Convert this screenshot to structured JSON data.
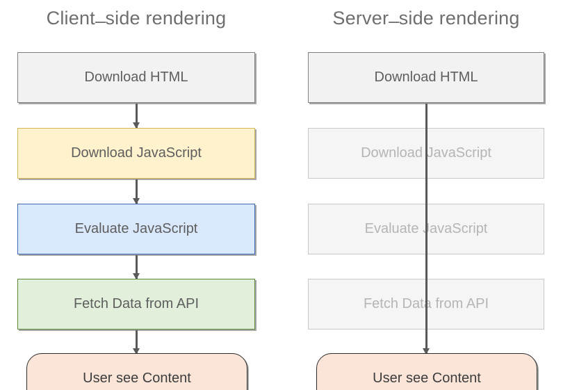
{
  "diagram": {
    "title_separator": "–",
    "columns": [
      {
        "id": "client",
        "title_before": "Client",
        "title_after": "side rendering",
        "steps": [
          {
            "label": "Download HTML",
            "state": "active",
            "color": "#f2f2f2"
          },
          {
            "label": "Download JavaScript",
            "state": "active",
            "color": "#fff2cc"
          },
          {
            "label": "Evaluate JavaScript",
            "state": "active",
            "color": "#dae8fc"
          },
          {
            "label": "Fetch Data from API",
            "state": "active",
            "color": "#e2efda"
          },
          {
            "label": "User see Content",
            "state": "active",
            "color": "#fae5d8"
          }
        ]
      },
      {
        "id": "server",
        "title_before": "Server",
        "title_after": "side rendering",
        "steps": [
          {
            "label": "Download HTML",
            "state": "active",
            "color": "#f2f2f2"
          },
          {
            "label": "Download JavaScript",
            "state": "skipped",
            "color": "#f5f5f5"
          },
          {
            "label": "Evaluate JavaScript",
            "state": "skipped",
            "color": "#f5f5f5"
          },
          {
            "label": "Fetch Data from API",
            "state": "skipped",
            "color": "#f5f5f5"
          },
          {
            "label": "User see Content",
            "state": "active",
            "color": "#fae5d8"
          }
        ]
      }
    ],
    "colors": {
      "background": "#ffffff",
      "title_text": "#6e6e6e",
      "body_text": "#5e5e5e",
      "muted_text": "#b5b5b5",
      "connector": "#595959",
      "yellow_border": "#d6b656",
      "blue_border": "#3c6ab5",
      "green_border": "#5a8a3c",
      "peach_border": "#2b2b2b"
    }
  }
}
